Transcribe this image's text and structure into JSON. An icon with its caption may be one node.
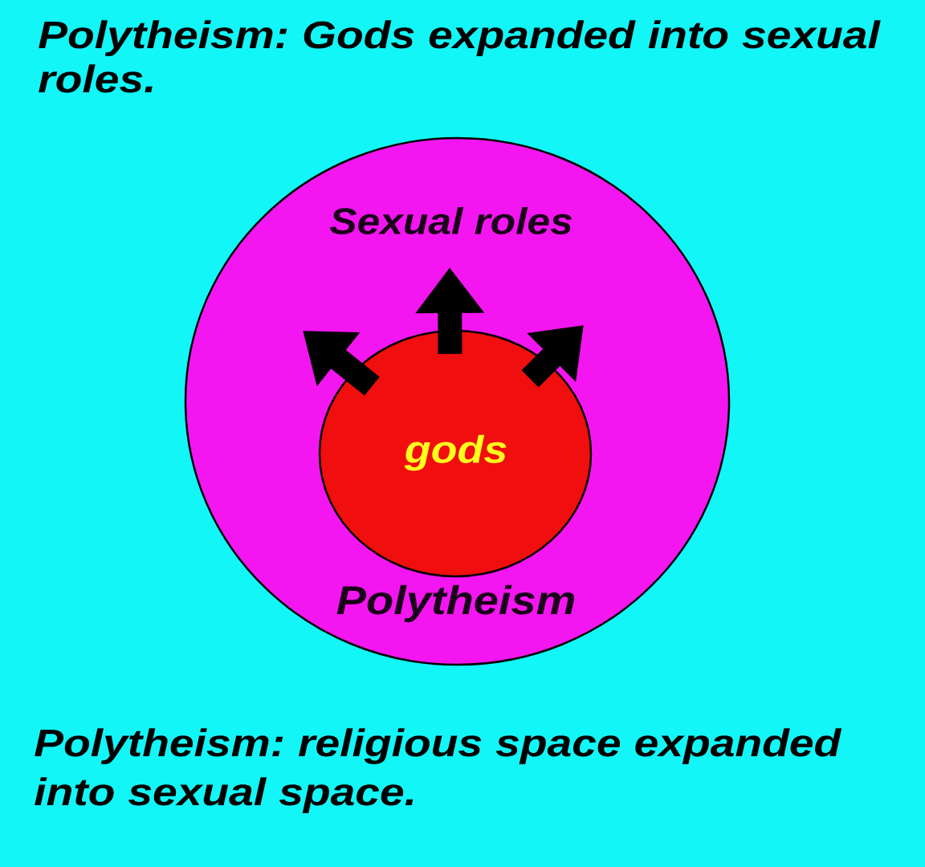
{
  "diagram": {
    "title": "Polytheism: Gods expanded into sexual roles.",
    "caption": "Polytheism: religious space expanded into sexual space.",
    "nodes": [
      {
        "text": [
          "Sexual roles",
          "Polytheism"
        ]
      },
      {
        "text": [
          "gods"
        ],
        "in": 0
      }
    ],
    "edges": [
      {
        "from": 1,
        "to": null,
        "arrow": "to"
      },
      {
        "from": 1,
        "to": null,
        "arrow": "to"
      },
      {
        "from": 1,
        "to": null,
        "arrow": "to"
      }
    ]
  }
}
